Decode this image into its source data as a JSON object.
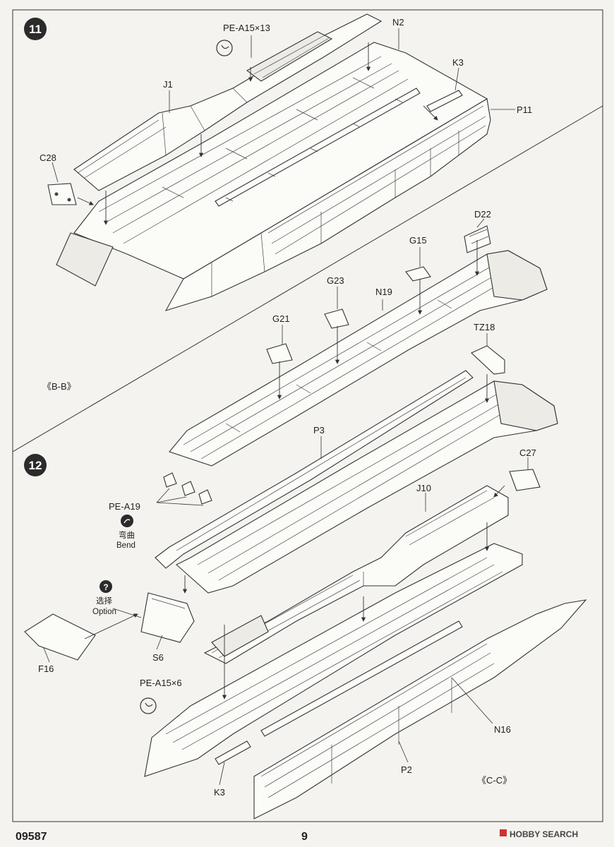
{
  "steps": [
    {
      "number": "11"
    },
    {
      "number": "12"
    }
  ],
  "labels": {
    "pe_a15_13": "PE-A15×13",
    "n2": "N2",
    "k3_top": "K3",
    "p11": "P11",
    "j1": "J1",
    "c28": "C28",
    "d22": "D22",
    "g15": "G15",
    "g23": "G23",
    "n19": "N19",
    "g21": "G21",
    "tz18": "TZ18",
    "bb": "《B-B》",
    "p3": "P3",
    "pe_a19": "PE-A19",
    "c27": "C27",
    "j10": "J10",
    "bend_cn": "弯曲",
    "bend_en": "Bend",
    "option_cn": "选择",
    "option_en": "Option",
    "f16": "F16",
    "s6": "S6",
    "pe_a15_6": "PE-A15×6",
    "n16": "N16",
    "p2": "P2",
    "k3_bottom": "K3",
    "cc": "《C-C》"
  },
  "footer": {
    "kit_number": "09587",
    "page_number": "9",
    "watermark": "HOBBY SEARCH"
  },
  "icons": {
    "bend": "bend-icon",
    "option": "question-mark-icon",
    "photo_etch": "photo-etch-ring-icon"
  },
  "colors": {
    "paper": "#f4f3ef",
    "ink": "#222222",
    "step_badge": "#2b2b2b"
  }
}
